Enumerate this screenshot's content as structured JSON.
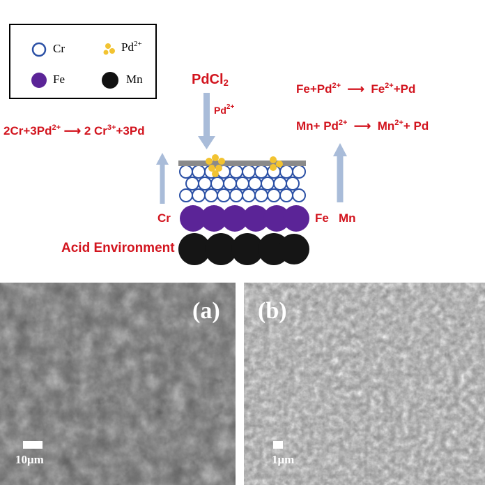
{
  "legend": {
    "items": [
      {
        "symbol": "Cr",
        "label": "Cr"
      },
      {
        "symbol": "Pd",
        "label": "Pd",
        "sup": "2+"
      },
      {
        "symbol": "Fe",
        "label": "Fe"
      },
      {
        "symbol": "Mn",
        "label": "Mn"
      }
    ]
  },
  "colors": {
    "reaction_text": "#d2141e",
    "cr_ring": "#2b50a5",
    "pd_dot": "#f2c331",
    "fe": "#5b2497",
    "mn": "#1a1a1a",
    "arrow": "#a9bcd9",
    "pd_layer": "#8a8a8a"
  },
  "diagram": {
    "pdcl2": {
      "main": "PdCl",
      "sub": "2"
    },
    "pd_ion": {
      "main": "Pd",
      "sup": "2+"
    },
    "left_equation": {
      "a": "2Cr+3Pd",
      "a_sup": "2+",
      "arrow": "⟶",
      "b": "2 Cr",
      "b_sup": "3+",
      "c": "+3Pd"
    },
    "right_eq1": {
      "a": "Fe+Pd",
      "a_sup": "2+",
      "arrow": "⟶",
      "b": "Fe",
      "b_sup": "2+",
      "c": "+Pd"
    },
    "right_eq2": {
      "a": "Mn+ Pd",
      "a_sup": "2+",
      "arrow": "⟶",
      "b": "Mn",
      "b_sup": "2+",
      "c": "+ Pd"
    },
    "cr_label": "Cr",
    "fe_mn_label": "Fe   Mn",
    "acid_label": "Acid Environment"
  },
  "panels": {
    "a": {
      "label": "(a)",
      "scale": "10μm"
    },
    "b": {
      "label": "(b)",
      "scale": "1μm"
    }
  }
}
